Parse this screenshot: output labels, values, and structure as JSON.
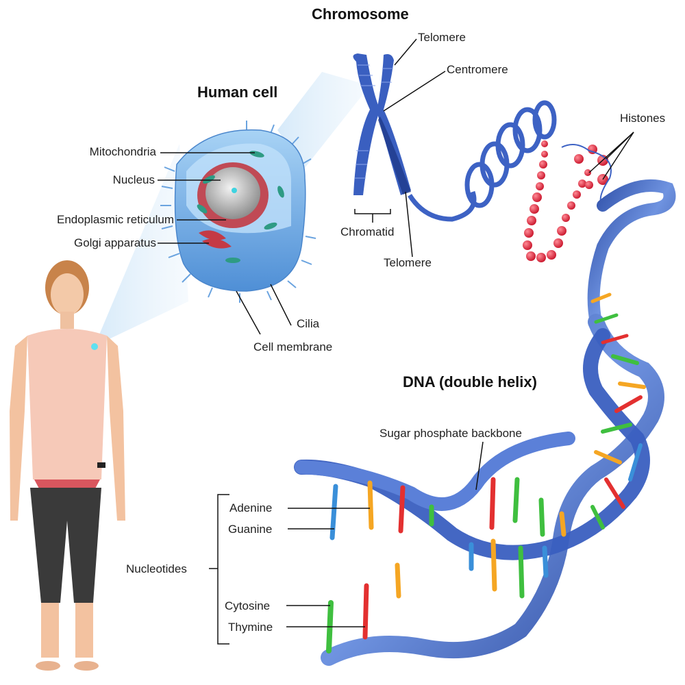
{
  "titles": {
    "chromosome": "Chromosome",
    "human_cell": "Human cell",
    "dna": "DNA (double helix)"
  },
  "labels": {
    "telomere_top": "Telomere",
    "centromere": "Centromere",
    "histones": "Histones",
    "mitochondria": "Mitochondria",
    "nucleus": "Nucleus",
    "endoplasmic_reticulum": "Endoplasmic reticulum",
    "golgi_apparatus": "Golgi apparatus",
    "chromatid": "Chromatid",
    "telomere_bottom": "Telomere",
    "cilia": "Cilia",
    "cell_membrane": "Cell membrane",
    "sugar_phosphate_backbone": "Sugar phosphate backbone",
    "nucleotides": "Nucleotides",
    "adenine": "Adenine",
    "guanine": "Guanine",
    "cytosine": "Cytosine",
    "thymine": "Thymine"
  },
  "colors": {
    "ribbon_blue": "#4a6fc7",
    "cell_blue": "#7fb3e6",
    "nucleus_red": "#c0404a",
    "histone_red": "#e8283a",
    "base_yellow": "#f5a623",
    "base_red": "#e33030",
    "base_green": "#3fbf3f",
    "base_blue": "#3a8fd9"
  }
}
